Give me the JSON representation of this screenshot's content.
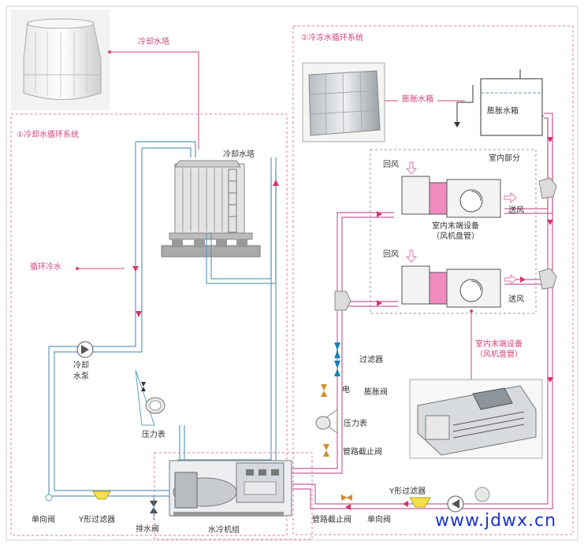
{
  "labels": {
    "tower_top_callout": "冷却水塔",
    "cooling_system_title": "①冷却水循环系统",
    "tower_inner": "冷却水塔",
    "circulating_water": "循环冷水",
    "cooling_pump_l1": "冷却",
    "cooling_pump_l2": "水泵",
    "pressure_gauge_left": "压力表",
    "check_valve_left": "单向阀",
    "y_filter_left": "Y形过滤器",
    "drain_valve": "排水阀",
    "chiller": "水冷机组",
    "chilled_system_title": "②冷冻水循环系统",
    "expansion_callout": "膨胀水箱",
    "expansion_tank": "膨胀水箱",
    "indoor_part": "室内部分",
    "return_air_1": "回风",
    "supply_air_1": "送风",
    "terminal_1_l1": "室内末端设备",
    "terminal_1_l2": "（风机盘管）",
    "return_air_2": "回风",
    "supply_air_2": "送风",
    "filter": "过滤器",
    "electric_valve": "电",
    "expansion_valve": "膨胀阀",
    "pressure_gauge_right": "压力表",
    "stop_valve_1": "管路截止阀",
    "terminal_2_l1": "室内末端设备",
    "terminal_2_l2": "（风机盘管）",
    "y_filter_right": "Y形过滤器",
    "stop_valve_2": "管路截止阀",
    "check_valve_right": "单向阀",
    "website": "www.jdwx.cn"
  },
  "colors": {
    "cool_pipe": "#5f9db8",
    "cool_pipe_fill": "#d7ecf4",
    "hot_pipe": "#c8609a",
    "hot_pipe_fill": "#f4d0e2",
    "dashed_border": "#e27aa5",
    "callout": "#d0457a",
    "arrow": "#d6336c",
    "url": "#1b35c7"
  },
  "icons": [
    "cooling-tower-icon",
    "water-tank-icon",
    "fan-coil-icon",
    "pump-icon",
    "valve-icon",
    "y-filter-icon",
    "pressure-gauge-icon",
    "chiller-unit-icon"
  ]
}
